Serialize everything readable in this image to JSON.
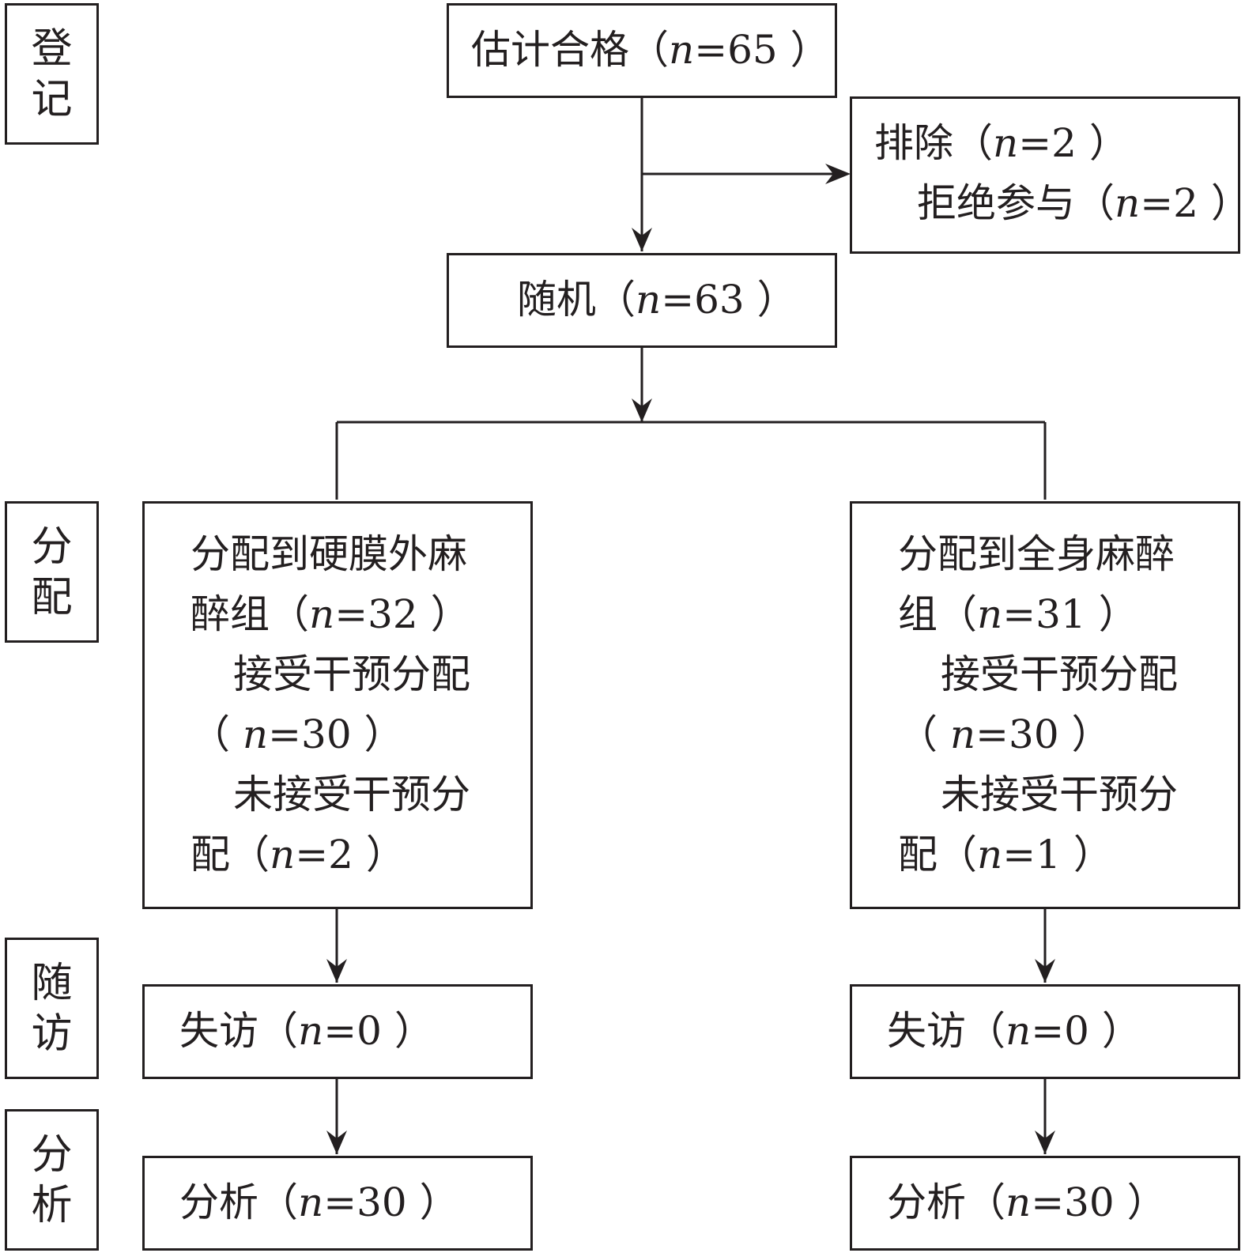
{
  "stages": {
    "enrollment": [
      "登",
      "记"
    ],
    "allocation": [
      "分",
      "配"
    ],
    "followup": [
      "随",
      "访"
    ],
    "analysis": [
      "分",
      "析"
    ]
  },
  "eligible": {
    "label": "估计合格（",
    "n": "65"
  },
  "excluded": {
    "label": "排除（",
    "n": "2",
    "sub_label": "拒绝参与（",
    "sub_n": "2"
  },
  "randomized": {
    "label": "随机（",
    "n": "63"
  },
  "left_group": {
    "line1": "分配到硬膜外麻",
    "line2": "醉组（",
    "n": "32",
    "received_label": "接受干预分配",
    "received_n": "30",
    "not_received_label1": "未接受干预分",
    "not_received_label2": "配（",
    "not_received_n": "2",
    "lost_label": "失访（",
    "lost_n": "0",
    "analyzed_label": "分析（",
    "analyzed_n": "30"
  },
  "right_group": {
    "line1": "分配到全身麻醉",
    "line2": "组（",
    "n": "31",
    "received_label": "接受干预分配",
    "received_n": "30",
    "not_received_label1": "未接受干预分",
    "not_received_label2": "配（",
    "not_received_n": "1",
    "lost_label": "失访（",
    "lost_n": "0",
    "analyzed_label": "分析（",
    "analyzed_n": "30"
  },
  "n_symbol": "n",
  "eq": "=",
  "close_paren": " ）",
  "open_paren": "（ "
}
